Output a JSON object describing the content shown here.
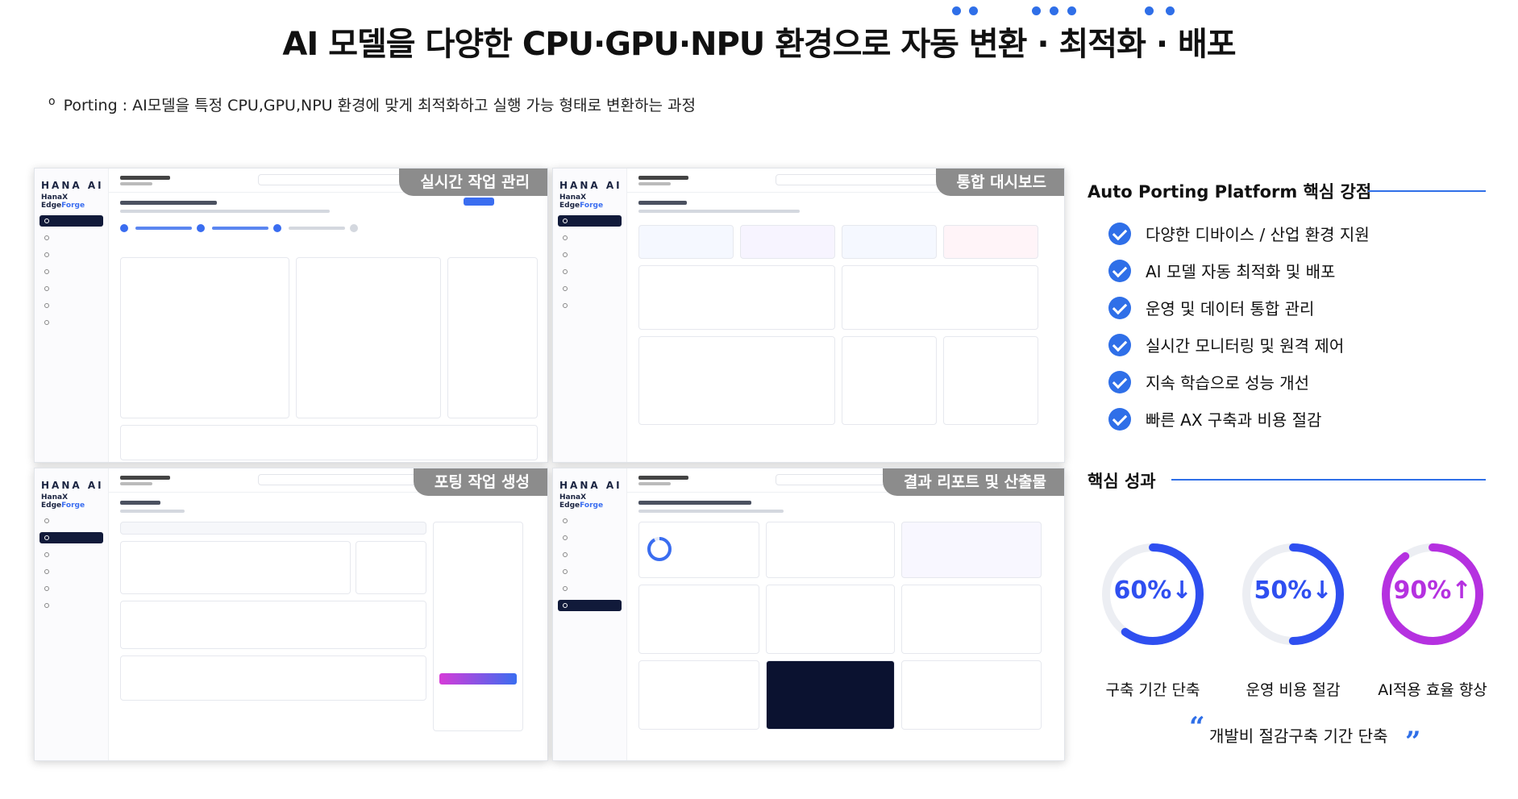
{
  "title": "AI 모델을 다양한 CPU·GPU·NPU 환경으로 자동 변환 · 최적화 · 배포",
  "note": {
    "bullet": "o",
    "text": "Porting : AI모델을 특정 CPU,GPU,NPU 환경에 맞게 최적화하고 실행 가능 형태로 변환하는 과정"
  },
  "panels": [
    {
      "tag": "실시간 작업 관리",
      "sidebar_logo": "HANA AI",
      "sidebar_sub_a": "HanaX Edge",
      "sidebar_sub_b": "Forge"
    },
    {
      "tag": "통합 대시보드",
      "sidebar_logo": "HANA AI",
      "sidebar_sub_a": "HanaX Edge",
      "sidebar_sub_b": "Forge"
    },
    {
      "tag": "포팅 작업 생성",
      "sidebar_logo": "HANA AI",
      "sidebar_sub_a": "HanaX Edge",
      "sidebar_sub_b": "Forge"
    },
    {
      "tag": "결과 리포트 및 산출물",
      "sidebar_logo": "HANA AI",
      "sidebar_sub_a": "HanaX Edge",
      "sidebar_sub_b": "Forge"
    }
  ],
  "strengths": {
    "heading": "Auto Porting Platform 핵심 강점",
    "items": [
      "다양한 디바이스 / 산업 환경 지원",
      "AI 모델 자동 최적화 및 배포",
      "운영 및 데이터 통합 관리",
      "실시간 모니터링 및 원격 제어",
      "지속 학습으로 성능 개선",
      "빠른 AX 구축과 비용 절감"
    ]
  },
  "results": {
    "heading": "핵심 성과",
    "metrics": [
      {
        "value": "60%↓",
        "label": "구축 기간 단축",
        "fill": 0.6,
        "color": "#2f4ff0"
      },
      {
        "value": "50%↓",
        "label": "운영 비용 절감",
        "fill": 0.5,
        "color": "#2f4ff0"
      },
      {
        "value": "90%↑",
        "label": "AI적용 효율 향상",
        "fill": 0.9,
        "color": "#b531e0"
      }
    ],
    "quote": "개발비 절감구축 기간 단축"
  },
  "colors": {
    "accent": "#2f6fe8",
    "tag_bg": "#8c8c8c",
    "sidebar_active": "#111a3a"
  }
}
